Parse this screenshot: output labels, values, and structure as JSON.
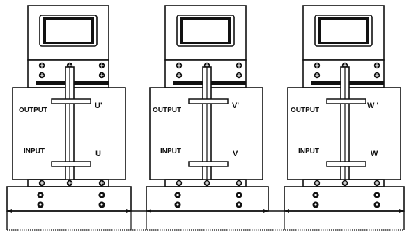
{
  "units": [
    {
      "output_label": "OUTPUT",
      "input_label": "INPUT",
      "output_terminal": "U'",
      "input_terminal": "U",
      "ground_icon": "ground-icon"
    },
    {
      "output_label": "OUTPUT",
      "input_label": "INPUT",
      "output_terminal": "V'",
      "input_terminal": "V",
      "ground_icon": "ground-icon"
    },
    {
      "output_label": "OUTPUT",
      "input_label": "INPUT",
      "output_terminal": "W '",
      "input_terminal": "W",
      "ground_icon": "ground-icon"
    }
  ],
  "colors": {
    "line": "#111111",
    "background": "#ffffff"
  }
}
